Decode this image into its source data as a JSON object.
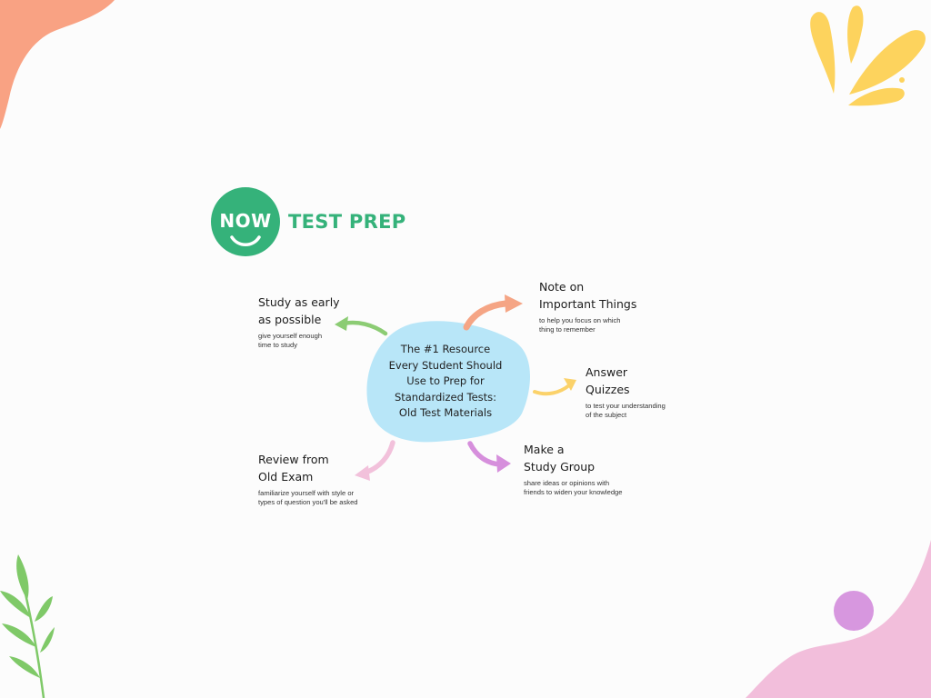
{
  "logo": {
    "badge_text": "NOW",
    "wordmark": "TEST PREP",
    "color": "#35b27a"
  },
  "center": {
    "text": "The #1 Resource Every Student Should Use to Prep for Standardized Tests: Old Test Materials",
    "color": "#b8e6f8"
  },
  "branches": [
    {
      "title": "Study as early\nas possible",
      "description": "give yourself enough\ntime to study",
      "arrow_color": "#8ccc74"
    },
    {
      "title": "Note on\nImportant Things",
      "description": "to help you focus on which\nthing to remember",
      "arrow_color": "#f5a585"
    },
    {
      "title": "Answer\nQuizzes",
      "description": "to test your understanding\nof the subject",
      "arrow_color": "#fbd26a"
    },
    {
      "title": "Make a\nStudy Group",
      "description": "share ideas or opinions with\nfriends to widen your knowledge",
      "arrow_color": "#d68fdc"
    },
    {
      "title": "Review from\nOld Exam",
      "description": "familiarize yourself with style or\ntypes of question you'll be asked",
      "arrow_color": "#f2c1db"
    }
  ],
  "decorations": {
    "top_left_blob_color": "#f9a283",
    "top_right_leaf_color": "#fdd35d",
    "bottom_left_plant_color": "#7fc968",
    "bottom_right_blob_color": "#f2bedb",
    "bottom_right_dot_color": "#d797df"
  }
}
